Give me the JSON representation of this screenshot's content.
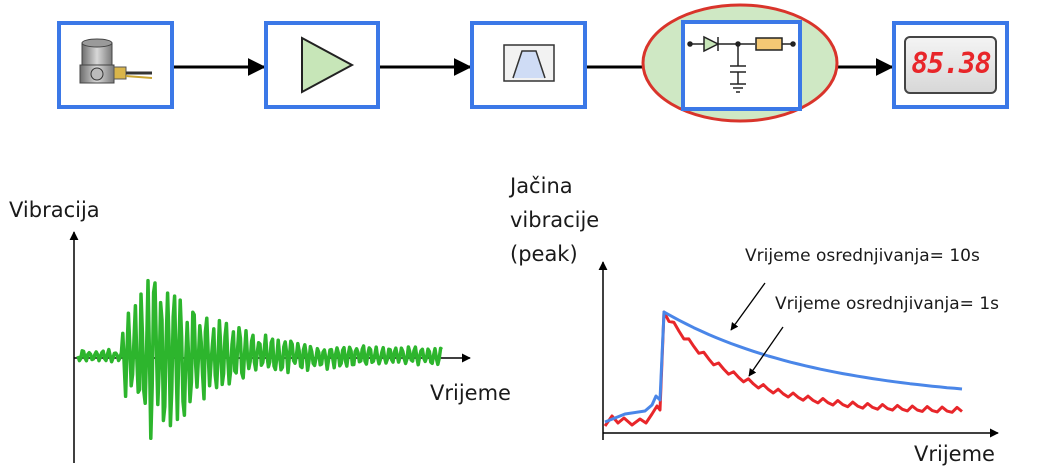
{
  "chain": {
    "blocks": [
      {
        "id": "sensor",
        "icon": "accelerometer-icon"
      },
      {
        "id": "amplifier",
        "icon": "amplifier-triangle-icon"
      },
      {
        "id": "filter",
        "icon": "bandpass-filter-icon"
      },
      {
        "id": "detector",
        "icon": "peak-detector-circuit-icon",
        "highlighted": true
      },
      {
        "id": "display",
        "icon": "digital-display-icon",
        "readout": "85.38"
      }
    ],
    "colors": {
      "block_border": "#3b78e7",
      "highlight_fill": "#cfe8c4",
      "highlight_border": "#d9342b",
      "display_digits": "#e8262a"
    }
  },
  "left_plot": {
    "ylabel": "Vibracija",
    "xlabel": "Vrijeme",
    "signal_color": "#2db52d"
  },
  "right_plot": {
    "ylabel_lines": [
      "Jačina",
      "vibracije",
      "(peak)"
    ],
    "xlabel": "Vrijeme",
    "annotations": [
      {
        "text": "Vrijeme osrednjivanja= 10s",
        "series": "slow",
        "color": "#4a86e8"
      },
      {
        "text": "Vrijeme osrednjivanja= 1s",
        "series": "fast",
        "color": "#e8262a"
      }
    ]
  }
}
